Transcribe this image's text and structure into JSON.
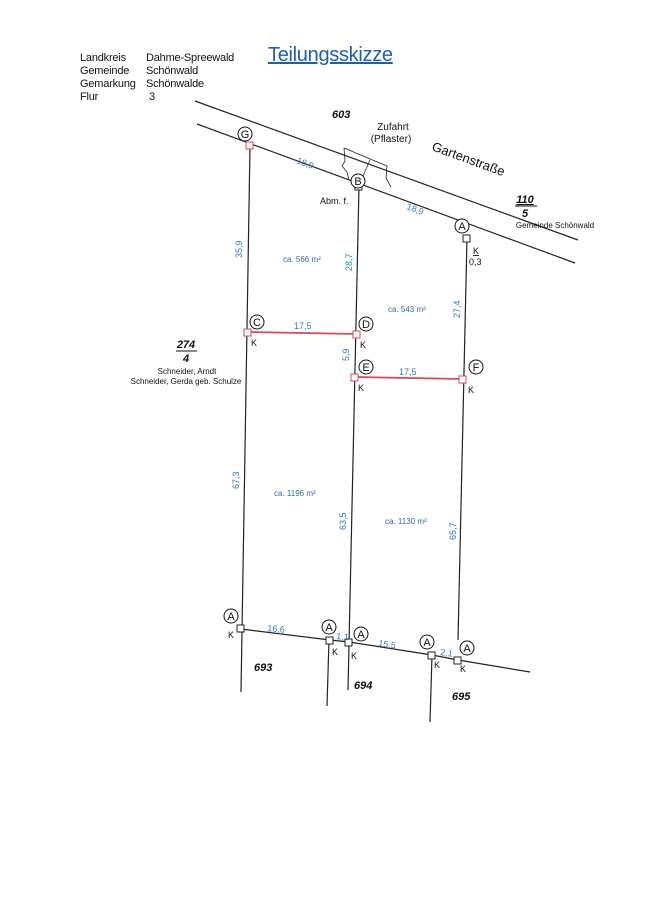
{
  "header": {
    "rows": [
      {
        "label": "Landkreis",
        "value": "Dahme-Spreewald"
      },
      {
        "label": "Gemeinde",
        "value": "Schönwald"
      },
      {
        "label": "Gemarkung",
        "value": "Schönwalde"
      },
      {
        "label": "Flur",
        "value": "3"
      }
    ],
    "title": "Teilungsskizze"
  },
  "parcels": {
    "p603": "603",
    "p110_num": "110",
    "p110_den": "5",
    "p110_owner": "Gemeinde Schönwald",
    "p274_num": "274",
    "p274_den": "4",
    "p274_owner1": "Schneider, Arndt",
    "p274_owner2": "Schneider, Gerda geb. Schulze",
    "p693": "693",
    "p694": "694",
    "p695": "695"
  },
  "labels": {
    "street": "Gartenstraße",
    "access1": "Zufahrt",
    "access2": "(Pflaster)",
    "abm": "Abm. f.",
    "k": "K",
    "k_offset": "0,3"
  },
  "points": {
    "G": "G",
    "B": "B",
    "A": "A",
    "C": "C",
    "D": "D",
    "E": "E",
    "F": "F"
  },
  "areas": {
    "a1": "ca. 566 m²",
    "a2": "ca. 543 m²",
    "a3": "ca. 1196 m²",
    "a4": "ca. 1130 m²"
  },
  "measures": {
    "gb": "18,9",
    "ba": "18,9",
    "gc": "35,9",
    "bd": "28,7",
    "af": "27,4",
    "cd": "17,5",
    "de": "5,9",
    "ef": "17,5",
    "c_bottom": "67,3",
    "e_bottom": "63,5",
    "f_bottom": "65,7",
    "b1": "16,6",
    "b2": "1,1",
    "b3": "15,5",
    "b4": "2,1"
  },
  "colors": {
    "measure": "#2b7cc4",
    "division_line": "#d9475a",
    "title": "#1a5fb4"
  }
}
